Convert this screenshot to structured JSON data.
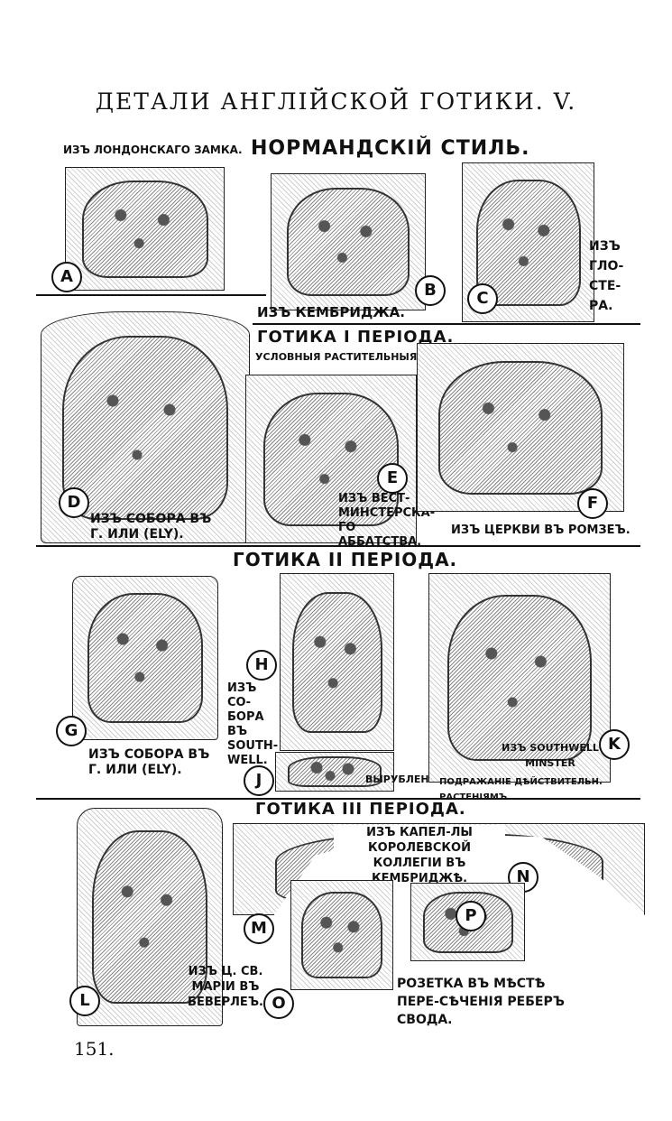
{
  "title": "ДЕТАЛИ АНГЛІЙСКОЙ ГОТИКИ. V.",
  "page_number": "151.",
  "sections": [
    {
      "heading": "НОРМАНДСКІЙ СТИЛЬ."
    },
    {
      "heading": "ГОТИКА I ПЕРІОДА.",
      "subheading": "УСЛОВНЫЯ РАСТИТЕЛЬНЫЯ ФОРМЫ"
    },
    {
      "heading": "ГОТИКА II ПЕРІОДА."
    },
    {
      "heading": "ГОТИКА III ПЕРІОДА."
    }
  ],
  "figures": {
    "A": {
      "letter": "A",
      "caption": "ИЗЪ ЛОНДОНСКАГО ЗАМКА."
    },
    "B": {
      "letter": "B",
      "caption": "ИЗЪ КЕМБРИДЖА."
    },
    "C": {
      "letter": "C",
      "caption": "ИЗЪ ГЛО-СТЕ-РА."
    },
    "D": {
      "letter": "D",
      "caption": "ИЗЪ СОБОРА ВЪ Г. ИЛИ (ELY)."
    },
    "E": {
      "letter": "E",
      "caption": "ИЗЪ ВЕСТ-МИНСТЕРСКА-ГО АББАТСТВА."
    },
    "F": {
      "letter": "F",
      "caption": "ИЗЪ ЦЕРКВИ ВЪ РОМЗЕЪ."
    },
    "G": {
      "letter": "G",
      "caption": "ИЗЪ СОБОРА ВЪ Г. ИЛИ (ELY)."
    },
    "H": {
      "letter": "H",
      "caption": "ИЗЪ СО-БОРА ВЪ SOUTH-WELL."
    },
    "J": {
      "letter": "J",
      "caption": "ВЫРУБЛЕНО."
    },
    "K": {
      "letter": "K",
      "caption": "ИЗЪ SOUTHWELL MINSTER",
      "note": "ПОДРАЖАНІЕ ДѢЙСТВИТЕЛЬН. РАСТЕНІЯМЪ."
    },
    "L": {
      "letter": "L",
      "caption": "ИЗЪ Ц. СВ. МАРІИ ВЪ БЕВЕРЛЕЪ."
    },
    "M": {
      "letter": "M"
    },
    "N": {
      "letter": "N",
      "caption": "ИЗЪ КАПЕЛ-ЛЫ КОРОЛЕВСКОЙ КОЛЛЕГІИ ВЪ КЕМБРИДЖѢ."
    },
    "O": {
      "letter": "O"
    },
    "P": {
      "letter": "P",
      "caption": "РОЗЕТКА ВЪ МѢСТѢ ПЕРЕ-СѢЧЕНІЯ РЕБЕРЪ СВОДА."
    }
  }
}
